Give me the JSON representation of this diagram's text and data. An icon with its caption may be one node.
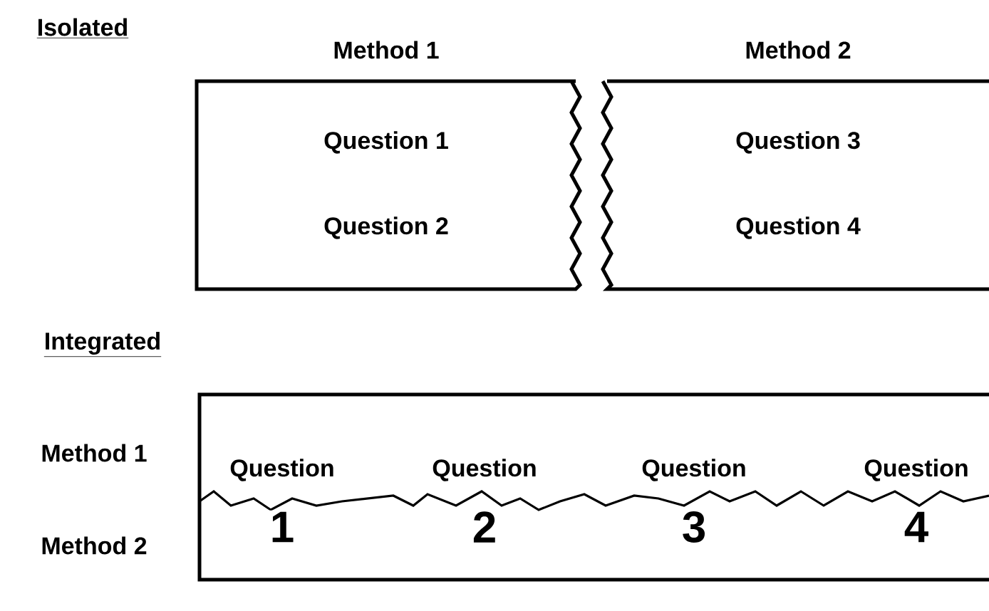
{
  "diagram": {
    "nodes": [
      {
        "text": [
          "Method 1",
          "Question 1",
          "Question 2"
        ]
      },
      {
        "text": [
          "Method 2",
          "Question 3",
          "Question 4"
        ]
      },
      {
        "text": [],
        "shape": "box"
      },
      {
        "text": [
          "Question",
          "1"
        ],
        "in": 2
      },
      {
        "text": [
          "Question",
          "2"
        ],
        "in": 2
      },
      {
        "text": [
          "Question",
          "3"
        ],
        "in": 2
      },
      {
        "text": [
          "Question",
          "4"
        ],
        "in": 2
      }
    ],
    "edges": [],
    "labels": [
      "Isolated",
      "Integrated",
      "Method 1",
      "Method 2"
    ]
  }
}
